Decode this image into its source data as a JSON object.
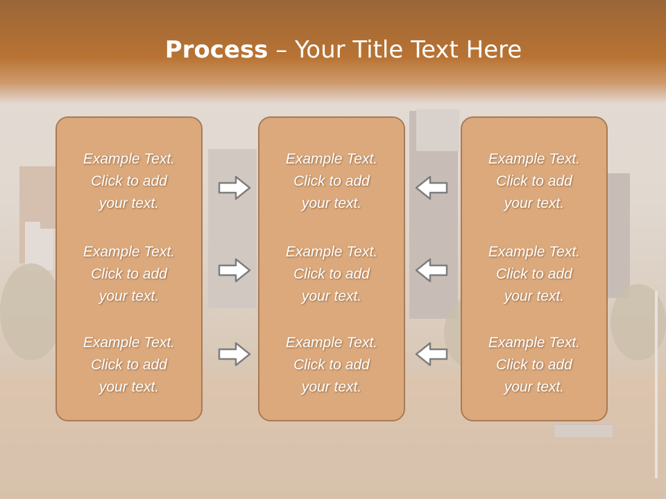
{
  "title": {
    "bold": "Process",
    "rest": " – Your Title Text Here"
  },
  "columns": [
    {
      "items": [
        "Example Text.\nClick  to add\nyour text.",
        "Example Text.\nClick  to add\nyour text.",
        "Example Text.\nClick  to add\nyour text."
      ]
    },
    {
      "items": [
        "Example Text.\nClick  to add\nyour text.",
        "Example Text.\nClick  to add\nyour text.",
        "Example Text.\nClick  to add\nyour text."
      ]
    },
    {
      "items": [
        "Example Text.\nClick  to add\nyour text.",
        "Example Text.\nClick  to add\nyour text.",
        "Example Text.\nClick  to add\nyour text."
      ]
    }
  ],
  "colors": {
    "header": "#b87333",
    "box_fill": "#dba97c",
    "box_border": "#a87a55",
    "text": "#ffffff"
  },
  "icons": {
    "left_arrows": "right-arrow-icon",
    "right_arrows": "left-arrow-icon"
  }
}
